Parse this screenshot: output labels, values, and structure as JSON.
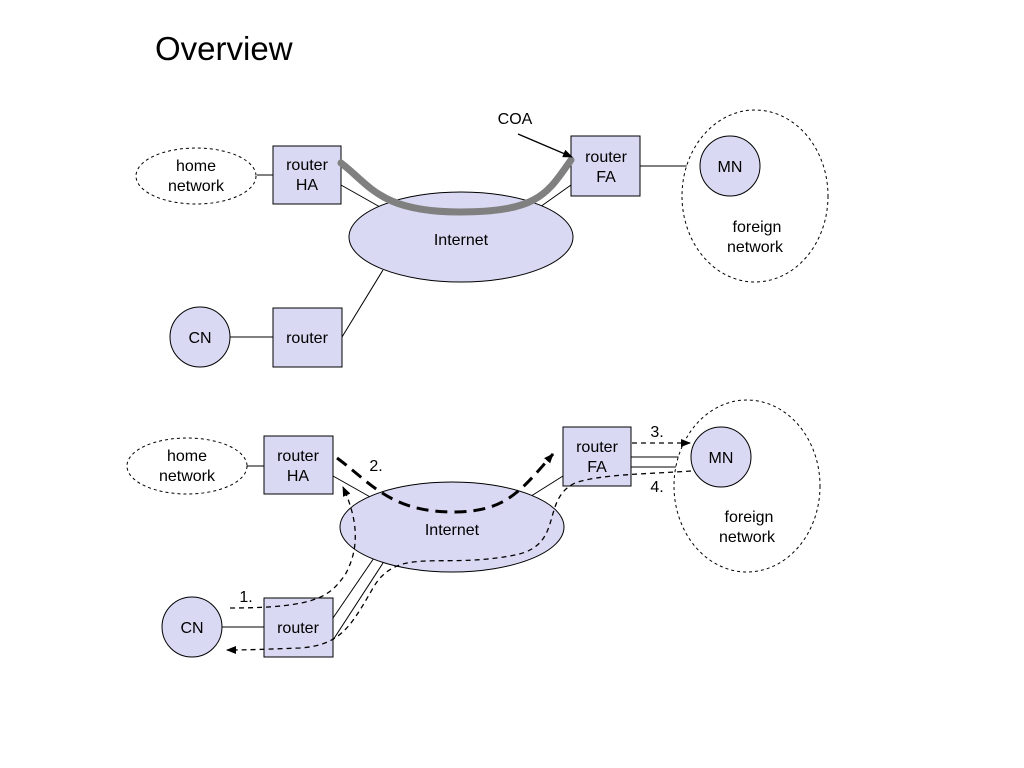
{
  "title": "Overview",
  "colors": {
    "node_fill": "#d9d9f3",
    "stroke": "#000000",
    "tunnel": "#808080",
    "background": "#ffffff"
  },
  "top_diagram": {
    "coa_label": "COA",
    "home_network": [
      "home",
      "network"
    ],
    "router_ha": [
      "router",
      "HA"
    ],
    "router_fa": [
      "router",
      "FA"
    ],
    "mn": "MN",
    "foreign_network": [
      "foreign",
      "network"
    ],
    "internet": "Internet",
    "cn": "CN",
    "router_cn": "router"
  },
  "bottom_diagram": {
    "home_network": [
      "home",
      "network"
    ],
    "router_ha": [
      "router",
      "HA"
    ],
    "router_fa": [
      "router",
      "FA"
    ],
    "mn": "MN",
    "foreign_network": [
      "foreign",
      "network"
    ],
    "internet": "Internet",
    "cn": "CN",
    "router_cn": "router",
    "step_labels": [
      "1.",
      "2.",
      "3.",
      "4."
    ]
  }
}
